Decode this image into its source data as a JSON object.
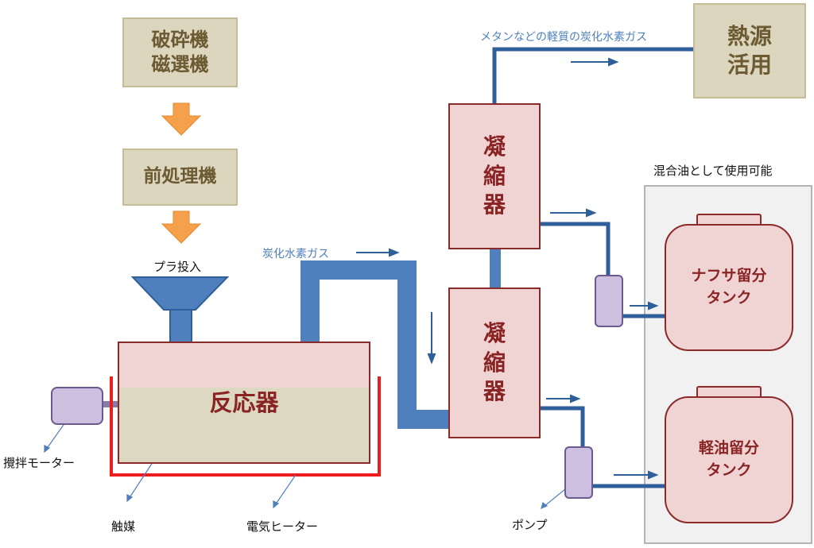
{
  "crusher": {
    "label": "破砕機\n磁選機"
  },
  "pretreatment": {
    "label": "前処理機"
  },
  "heat_use": {
    "label": "熱源\n活用"
  },
  "plastic_input_label": "プラ投入",
  "reactor": {
    "label": "反応器"
  },
  "condenser_top": {
    "label": "凝\n縮\n器"
  },
  "condenser_bottom": {
    "label": "凝\n縮\n器"
  },
  "mixed_oil_label": "混合油として使用可能",
  "naphtha_tank": {
    "label": "ナフサ留分\nタンク"
  },
  "light_oil_tank": {
    "label": "軽油留分\nタンク"
  },
  "gas_label_top": "メタンなどの軽質の炭化水素ガス",
  "gas_label_mid": "炭化水素ガス",
  "stirrer_motor_label": "攪拌モーター",
  "catalyst_label": "触媒",
  "electric_heater_label": "電気ヒーター",
  "pump_label": "ポンプ",
  "colors": {
    "pipe": "#4f7fbd",
    "pipe_dark": "#2f5f9a",
    "tan_fill": "#dcd6be",
    "pink_fill": "#f0d3d3",
    "border_red": "#8a2a2a",
    "arrow_orange": "#f5a04a",
    "heater_red": "#ee1c1c",
    "motor_fill": "#cdbfe0"
  }
}
